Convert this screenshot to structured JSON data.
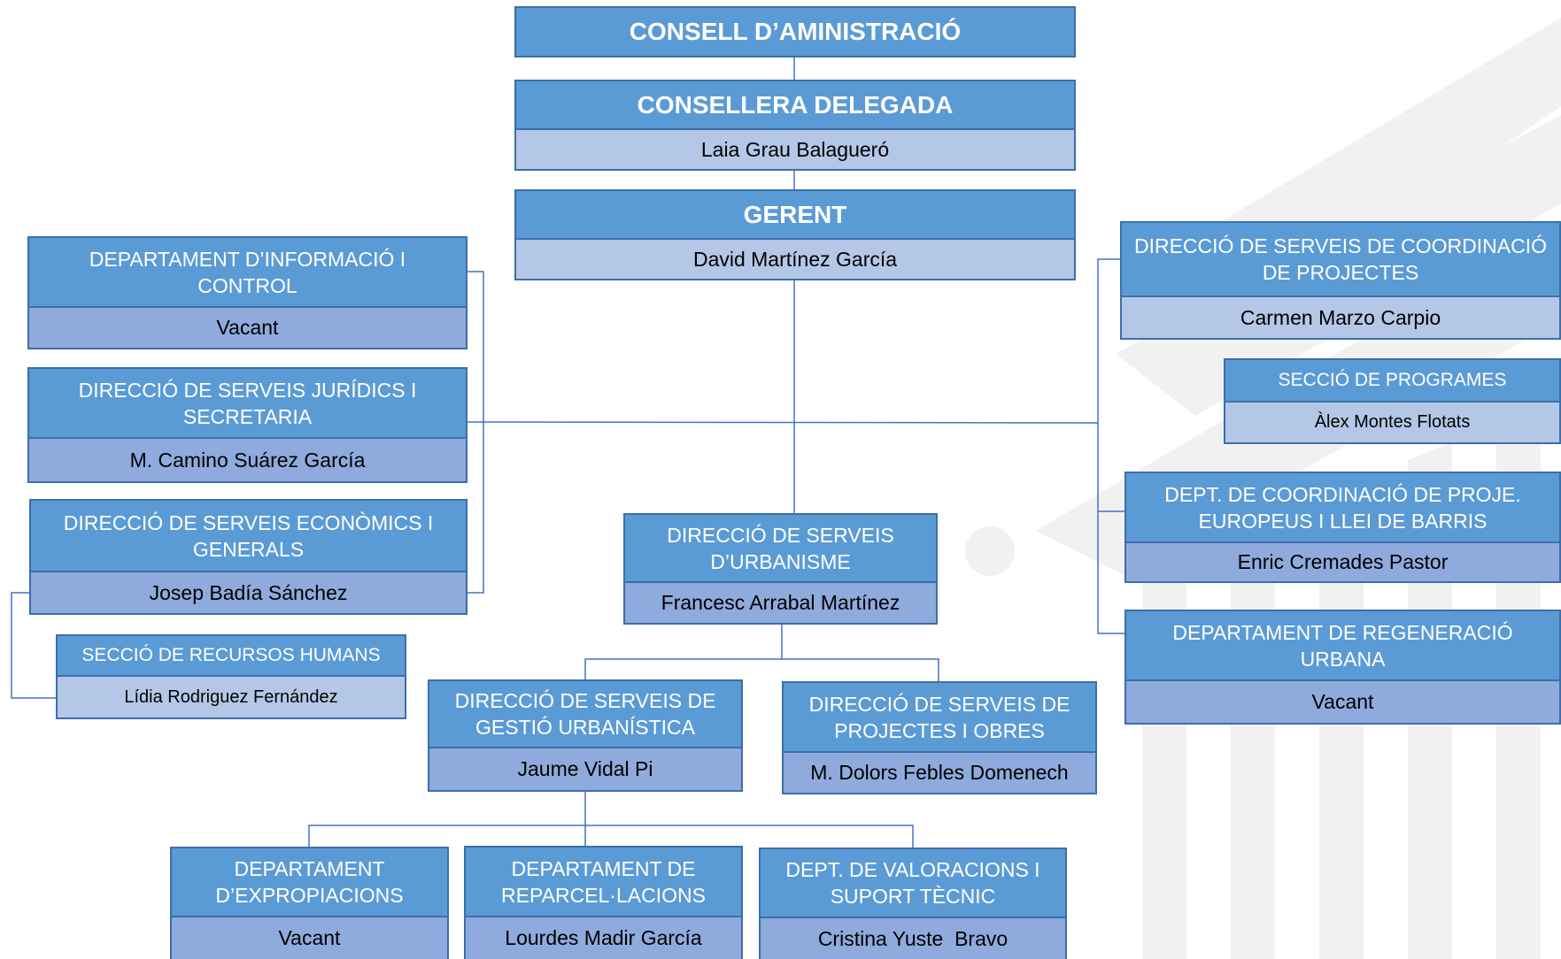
{
  "colors": {
    "header_fill": "#5b9bd5",
    "border": "#3c6fa8",
    "name_fill_light": "#b4c7e7",
    "name_fill_mid": "#8faadc",
    "connector": "#4472c4"
  },
  "chart": {
    "consell": {
      "title": "CONSELL D’AMINISTRACIÓ"
    },
    "consellera": {
      "title": "CONSELLERA DELEGADA",
      "name": "Laia Grau Balagueró"
    },
    "gerent": {
      "title": "GERENT",
      "name": "David Martínez García"
    },
    "dept_informacio": {
      "title": "DEPARTAMENT D’INFORMACIÓ I CONTROL",
      "name": "Vacant"
    },
    "dir_juridics": {
      "title": "DIRECCIÓ DE SERVEIS JURÍDICS I SECRETARIA",
      "name": "M. Camino Suárez García"
    },
    "dir_economics": {
      "title": "DIRECCIÓ DE SERVEIS ECONÒMICS I GENERALS",
      "name": "Josep Badía Sánchez"
    },
    "seccio_rrhh": {
      "title": "SECCIÓ DE RECURSOS HUMANS",
      "name": "Lídia Rodriguez Fernández"
    },
    "dir_coordinacio": {
      "title": "DIRECCIÓ DE SERVEIS DE COORDINACIÓ DE PROJECTES",
      "name": "Carmen Marzo Carpio"
    },
    "seccio_programes": {
      "title": "SECCIÓ DE PROGRAMES",
      "name": "Àlex Montes Flotats"
    },
    "dept_europeus": {
      "title": "DEPT. DE COORDINACIÓ DE PROJE. EUROPEUS I LLEI DE BARRIS",
      "name": "Enric Cremades Pastor"
    },
    "dept_regeneracio": {
      "title": "DEPARTAMENT DE REGENERACIÓ URBANA",
      "name": "Vacant"
    },
    "dir_urbanisme": {
      "title": "DIRECCIÓ DE SERVEIS D’URBANISME",
      "name": "Francesc Arrabal Martínez"
    },
    "dir_gestio": {
      "title": "DIRECCIÓ DE SERVEIS DE GESTIÓ URBANÍSTICA",
      "name": "Jaume Vidal Pi"
    },
    "dir_projectes_obres": {
      "title": "DIRECCIÓ DE SERVEIS DE PROJECTES I OBRES",
      "name": "M. Dolors Febles Domenech"
    },
    "dept_expropiacions": {
      "title": "DEPARTAMENT D’EXPROPIACIONS",
      "name": "Vacant"
    },
    "dept_reparcel": {
      "title": "DEPARTAMENT DE REPARCEL·LACIONS",
      "name": "Lourdes Madir García"
    },
    "dept_valoracions": {
      "title": "DEPT. DE VALORACIONS I SUPORT TÈCNIC",
      "name": "Cristina Yuste  Bravo"
    }
  }
}
